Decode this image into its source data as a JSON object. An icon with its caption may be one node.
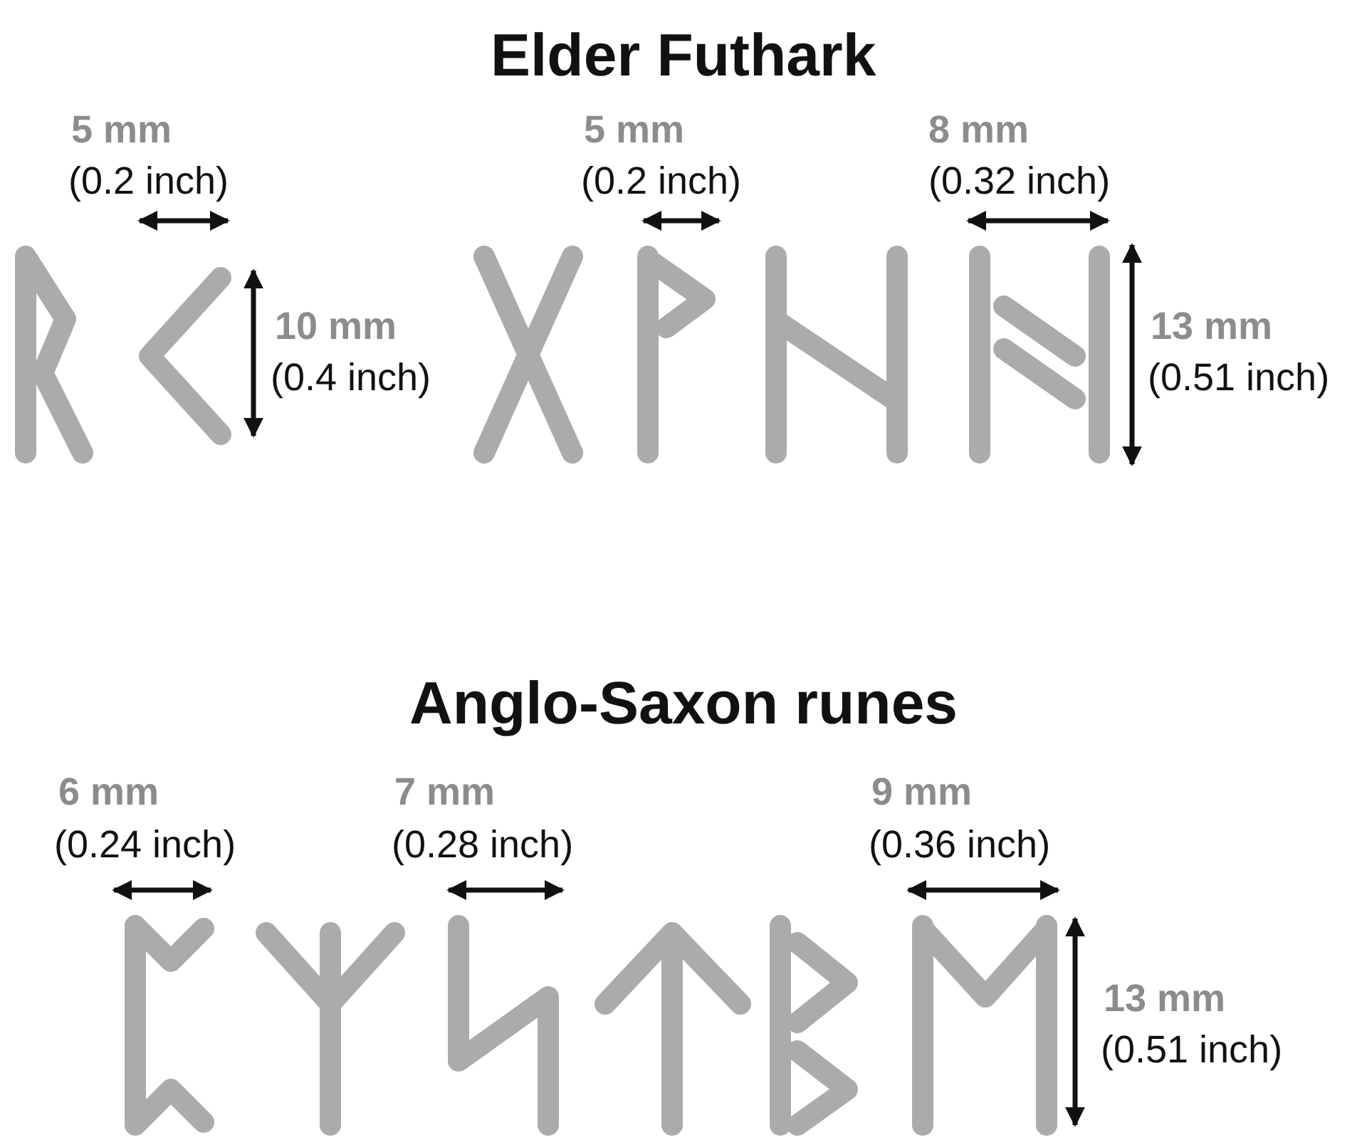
{
  "diagram": {
    "labels": [
      "Elder Futhark",
      "5 mm",
      "(0.2 inch)",
      "5 mm",
      "(0.2 inch)",
      "8 mm",
      "(0.32 inch)",
      "10 mm",
      "(0.4 inch)",
      "13 mm",
      "(0.51 inch)",
      "Anglo-Saxon runes",
      "6 mm",
      "(0.24 inch)",
      "7 mm",
      "(0.28 inch)",
      "9 mm",
      "(0.36 inch)",
      "13 mm",
      "(0.51 inch)"
    ]
  }
}
